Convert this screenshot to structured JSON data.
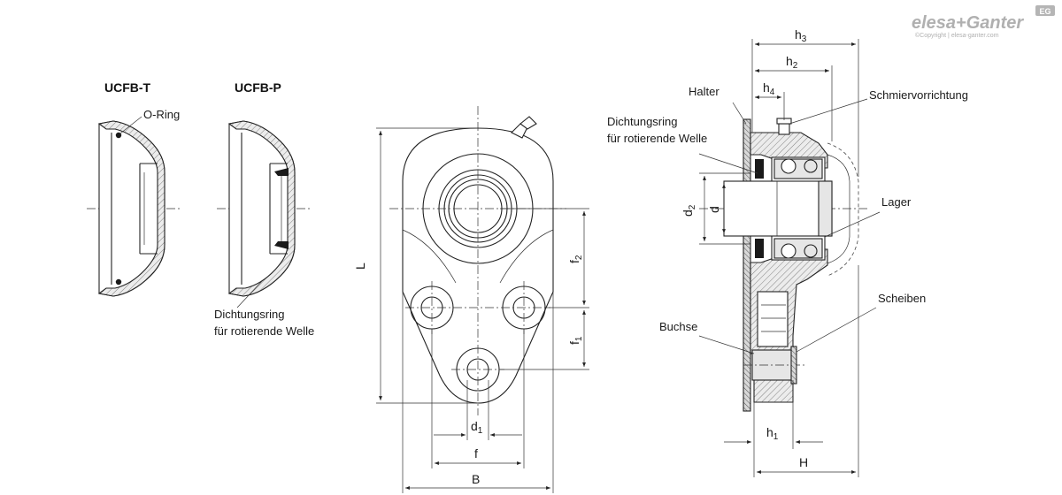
{
  "brand": {
    "logo_text": "elesa+Ganter",
    "badge_text": "EG",
    "copyright": "©Copyright | elesa-ganter.com"
  },
  "views": {
    "ucfb_t": {
      "title": "UCFB-T",
      "o_ring": "O-Ring"
    },
    "ucfb_p": {
      "title": "UCFB-P",
      "seal_line1": "Dichtungsring",
      "seal_line2": "für rotierende Welle"
    },
    "front": {
      "L": "L",
      "B": "B",
      "f": "f",
      "d1": "d1",
      "f1": "f1",
      "f2": "f2"
    },
    "section": {
      "halter": "Halter",
      "schmier": "Schmiervorrichtung",
      "seal_line1": "Dichtungsring",
      "seal_line2": "für rotierende Welle",
      "lager": "Lager",
      "scheiben": "Scheiben",
      "buchse": "Buchse",
      "d": "d",
      "d2": "d2",
      "h1": "h1",
      "h2": "h2",
      "h3": "h3",
      "h4": "h4",
      "H": "H"
    }
  }
}
